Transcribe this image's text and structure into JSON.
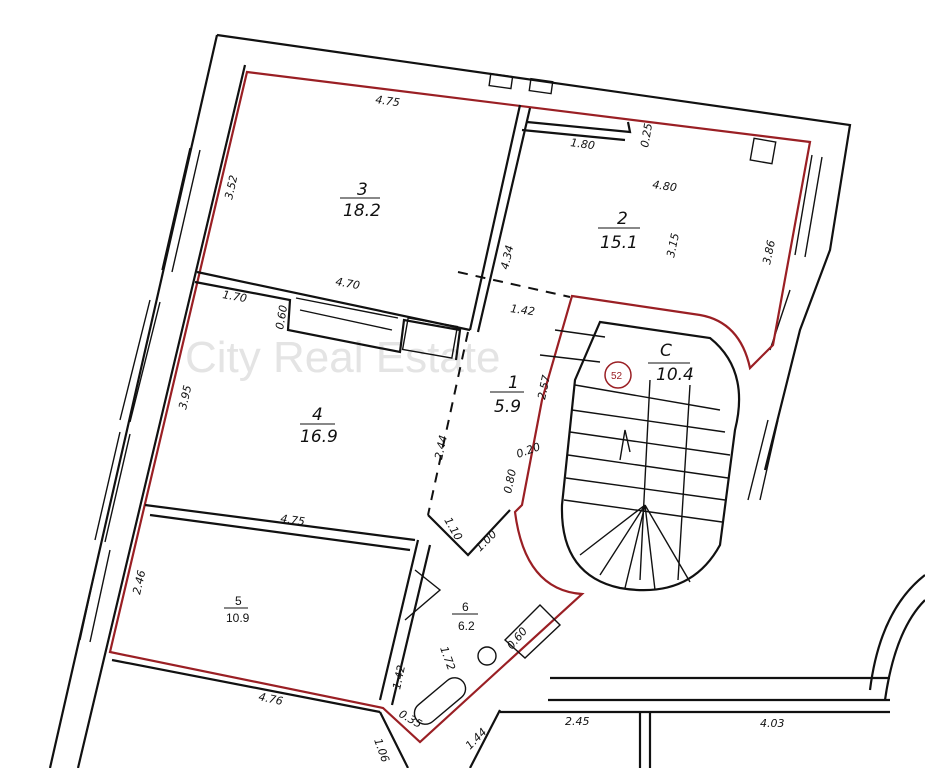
{
  "watermark": "City Real Estate",
  "badge": "52",
  "colors": {
    "outline": "#9a1f24",
    "lines": "#111111"
  },
  "rooms": [
    {
      "number": "3",
      "area": "18.2"
    },
    {
      "number": "2",
      "area": "15.1"
    },
    {
      "number": "4",
      "area": "16.9"
    },
    {
      "number": "1",
      "area": "5.9"
    },
    {
      "number": "C",
      "area": "10.4"
    },
    {
      "number": "5",
      "area": "10.9"
    },
    {
      "number": "6",
      "area": "6.2"
    }
  ],
  "dimensions": {
    "r3_top": "4.75",
    "r3_left": "3.52",
    "r3_bottom": "4.70",
    "r3_right": "4.34",
    "r2_niche": "1.80",
    "r2_niche_depth": "0.25",
    "r2_top": "4.80",
    "r2_inner": "3.15",
    "r2_right": "3.86",
    "r4_top_left": "1.70",
    "r4_niche": "0.60",
    "r4_left": "3.95",
    "r4_right": "2.44",
    "r4_bottom": "4.75",
    "r1_top": "1.42",
    "r1_right": "2.57",
    "r1_step": "0.20",
    "r1_step2": "0.80",
    "r1_a": "1.10",
    "r1_b": "1.00",
    "r5_left": "2.46",
    "r5_bottom": "4.76",
    "r6_left": "1.42",
    "r6_diag": "1.72",
    "r6_right": "0.60",
    "r6_small": "0.35",
    "ext_a": "1.06",
    "ext_b": "1.44",
    "ext_c": "2.45",
    "ext_d": "4.03"
  }
}
